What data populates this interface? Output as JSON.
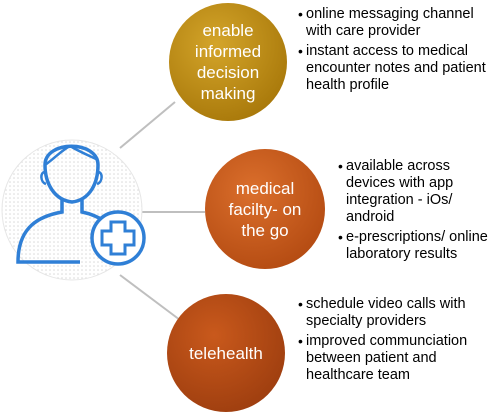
{
  "colors": {
    "circle1": "#B8860B",
    "circle2": "#C2571A",
    "circle3": "#B24A14",
    "connector": "#BFBFBF",
    "icon_blue": "#2F7FD6"
  },
  "icon": {
    "name": "user-with-plus-icon"
  },
  "nodes": [
    {
      "label": "enable informed decision making",
      "bullets": [
        "online messaging channel with care provider",
        "instant access to medical encounter notes and patient health profile"
      ]
    },
    {
      "label": "medical facilty- on the go",
      "bullets": [
        "available across devices with app integration - iOs/ android",
        "e-prescriptions/ online laboratory results"
      ]
    },
    {
      "label": "telehealth",
      "bullets": [
        "schedule video calls with specialty providers",
        "improved communciation between patient and healthcare team"
      ]
    }
  ]
}
